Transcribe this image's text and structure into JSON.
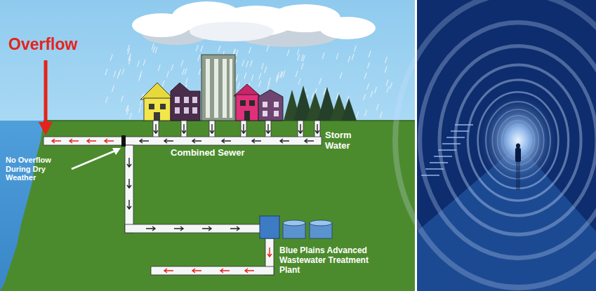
{
  "diagram": {
    "labels": [
      "Overflow",
      "Storm Water",
      "Combined Sewer",
      "No Overflow During Dry Weather",
      "Blue Plains Advanced Wastewater Treatment Plant"
    ]
  }
}
